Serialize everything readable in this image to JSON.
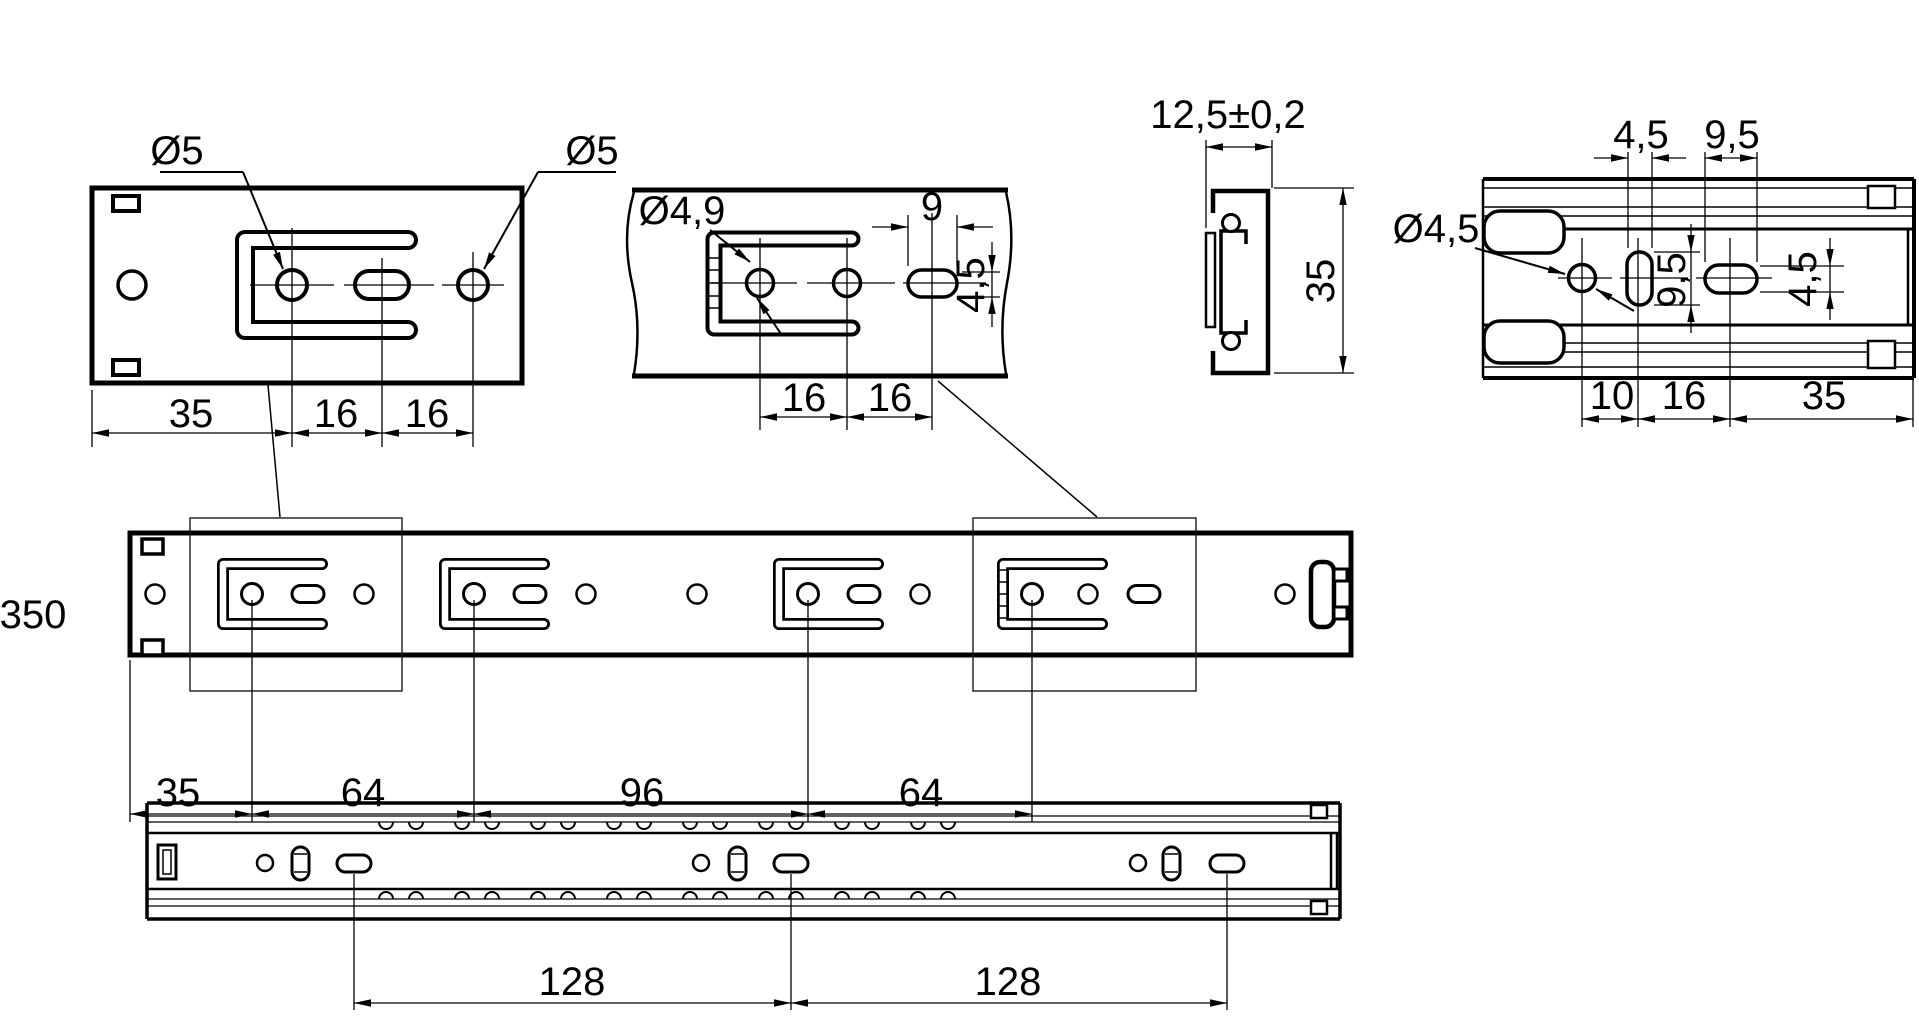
{
  "page": {
    "background": "#ffffff",
    "line_color": "#000000"
  },
  "views": {
    "plate_detail_left": {
      "hole_label_left": "Ø5",
      "hole_label_right": "Ø5",
      "dims": {
        "edge_to_hole": "35",
        "hole_to_slot": "16",
        "slot_to_hole": "16"
      }
    },
    "plate_detail_mid": {
      "hole_label": "Ø4,9",
      "dims": {
        "slot_width": "9",
        "slot_height": "4,5",
        "hole_to_hole": "16",
        "hole_to_slot": "16"
      }
    },
    "cross_section": {
      "dims": {
        "width": "12,5±0,2",
        "height": "35"
      }
    },
    "side_detail_right": {
      "hole_label": "Ø4,5",
      "dims": {
        "vslot_width": "4,5",
        "hslot_width": "9,5",
        "vslot_height": "9,5",
        "hslot_height": "4,5",
        "hole_to_vslot": "10",
        "vslot_to_hslot": "16",
        "hslot_to_end": "35"
      }
    },
    "rail_mounting_view": {
      "overall_length": "350",
      "dims": {
        "end_to_hole1": "35",
        "hole1_to_hole2": "64",
        "hole2_to_hole3": "96",
        "hole3_to_hole4": "64"
      }
    },
    "rail_side_view": {
      "dims": {
        "slot1_to_slot2": "128",
        "slot2_to_slot3": "128"
      }
    }
  }
}
